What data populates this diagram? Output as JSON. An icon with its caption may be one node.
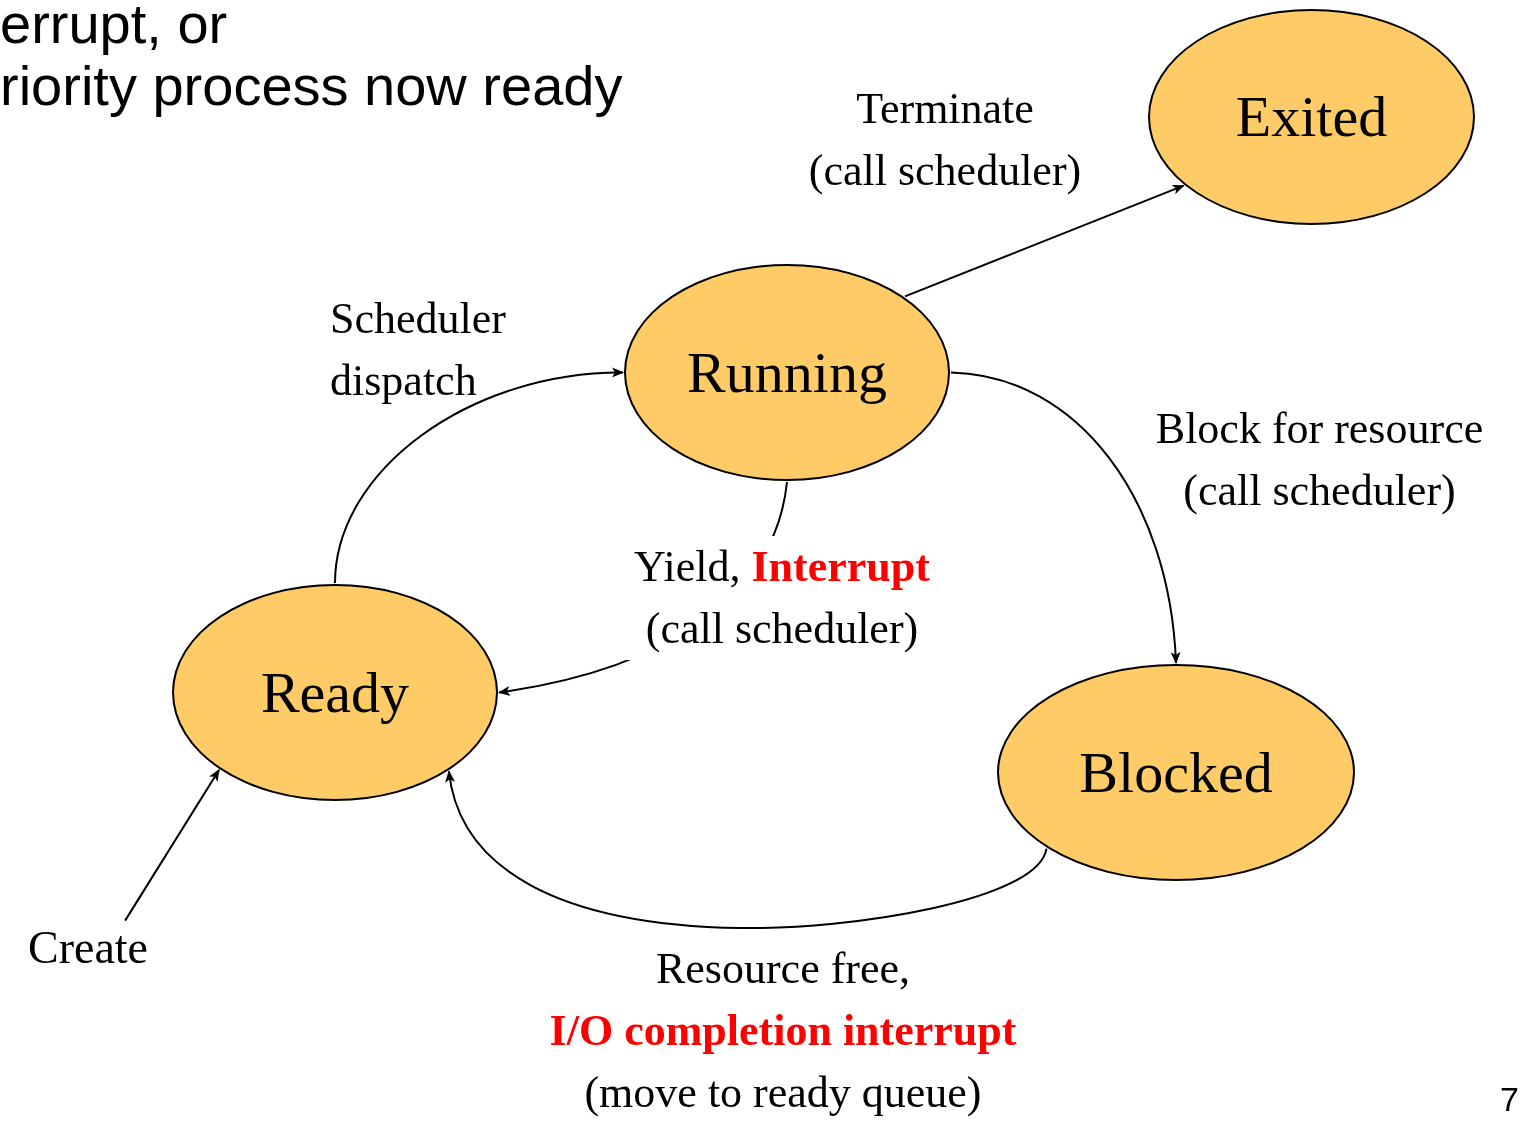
{
  "diagram": {
    "nodes": [
      {
        "text": [
          "Exited"
        ]
      },
      {
        "text": [
          "Running"
        ]
      },
      {
        "text": [
          "Ready"
        ]
      },
      {
        "text": [
          "Blocked"
        ]
      },
      {
        "text": [
          "Create"
        ]
      }
    ],
    "edges": [
      {
        "from": 1,
        "to": 0,
        "arrow": "to",
        "label": "Terminate (call scheduler)"
      },
      {
        "from": 2,
        "to": 1,
        "arrow": "to",
        "label": "Scheduler dispatch"
      },
      {
        "from": 1,
        "to": 3,
        "arrow": "to",
        "label": "Block for resource (call scheduler)"
      },
      {
        "from": 1,
        "to": 2,
        "arrow": "to",
        "label": "Yield, **Interrupt** (call scheduler)"
      },
      {
        "from": 3,
        "to": 2,
        "arrow": "to",
        "label": "Resource free, **I/O completion interrupt** (move to ready queue)"
      },
      {
        "from": 4,
        "to": 2,
        "arrow": "to"
      }
    ],
    "labels": [
      "errupt, or",
      "riority process now ready",
      "7"
    ]
  }
}
